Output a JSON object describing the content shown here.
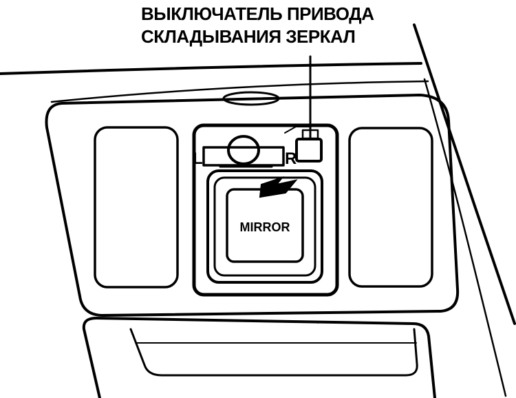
{
  "caption": {
    "line1": "ВЫКЛЮЧАТЕЛЬ ПРИВОДА",
    "line2": "СКЛАДЫВАНИЯ ЗЕРКАЛ"
  },
  "switch_labels": {
    "left": "L",
    "right": "R",
    "mirror_button": "MIRROR"
  },
  "colors": {
    "ink": "#000000",
    "paper": "#ffffff"
  }
}
